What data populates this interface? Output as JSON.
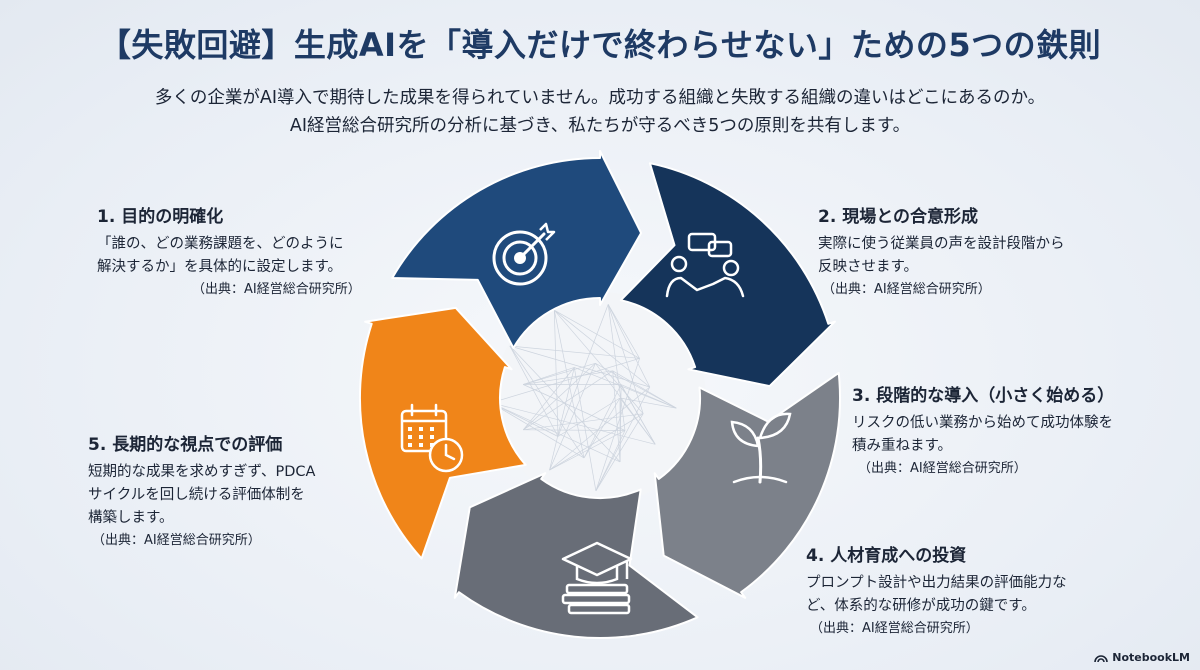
{
  "title": "【失敗回避】生成AIを「導入だけで終わらせない」ための5つの鉄則",
  "subtitle": [
    "多くの企業がAI導入で期待した成果を得られていません。成功する組織と失敗する組織の違いはどこにあるのか。",
    "AI経営総合研究所の分析に基づき、私たちが守るべき5つの原則を共有します。"
  ],
  "steps": [
    {
      "heading": "1. 目的の明確化",
      "lines": [
        "「誰の、どの業務課題を、どのように",
        "解決するか」を具体的に設定します。"
      ],
      "source": "（出典：AI経営総合研究所）",
      "icon": "target-icon",
      "color": "#1f4a7c"
    },
    {
      "heading": "2. 現場との合意形成",
      "lines": [
        "実際に使う従業員の声を設計段階から",
        "反映させます。"
      ],
      "source": "（出典：AI経営総合研究所）",
      "icon": "handshake-icon",
      "color": "#15345a"
    },
    {
      "heading": "3. 段階的な導入（小さく始める）",
      "lines": [
        "リスクの低い業務から始めて成功体験を",
        "積み重ねます。"
      ],
      "source": "（出典：AI経営総合研究所）",
      "icon": "sprout-icon",
      "color": "#7c818a"
    },
    {
      "heading": "4. 人材育成への投資",
      "lines": [
        "プロンプト設計や出力結果の評価能力な",
        "ど、体系的な研修が成功の鍵です。"
      ],
      "source": "（出典：AI経営総合研究所）",
      "icon": "graduation-cap-icon",
      "color": "#686d77"
    },
    {
      "heading": "5. 長期的な視点での評価",
      "lines": [
        "短期的な成果を求めすぎず、PDCA",
        "サイクルを回し続ける評価体制を",
        "構築します。"
      ],
      "source": "（出典：AI経営総合研究所）",
      "icon": "calendar-clock-icon",
      "color": "#f08519"
    }
  ],
  "brand": "NotebookLM"
}
